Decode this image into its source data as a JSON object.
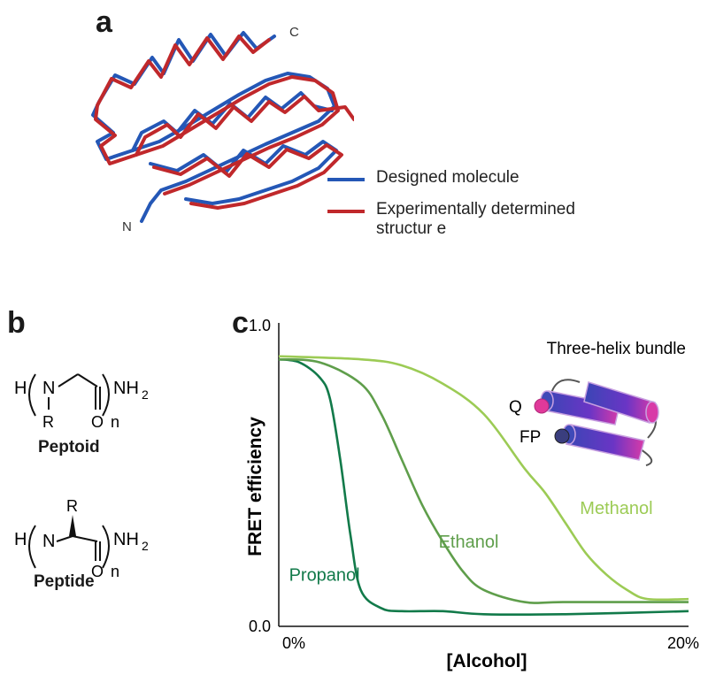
{
  "panel_a": {
    "letter": "a",
    "c_terminus": "C",
    "n_terminus": "N",
    "legend": [
      {
        "label": "Designed molecule",
        "color": "#2457b6"
      },
      {
        "label": "Experimentally determined",
        "label2": "structur e",
        "color": "#c0282b"
      }
    ]
  },
  "panel_b": {
    "letter": "b",
    "peptoid": {
      "name": "Peptoid",
      "h": "H",
      "n": "N",
      "r": "R",
      "o": "O",
      "nh2": "NH",
      "sub2": "2",
      "subn": "n"
    },
    "peptide": {
      "name": "Peptide",
      "h": "H",
      "n": "N",
      "r": "R",
      "o": "O",
      "nh2": "NH",
      "sub2": "2",
      "subn": "n"
    }
  },
  "panel_c": {
    "letter": "c",
    "inset_title": "Three-helix bundle",
    "inset_q": "Q",
    "inset_fp": "FP",
    "colors": {
      "propanol": "#127a4a",
      "ethanol": "#5f9e4b",
      "methanol": "#9ccb55",
      "quencher": "#e0399a",
      "fp": "#3a3e7e"
    }
  },
  "chart_data": {
    "type": "line",
    "xlabel": "[Alcohol]",
    "ylabel": "FRET efficiency",
    "xlim": [
      0,
      20
    ],
    "ylim": [
      0.0,
      1.0
    ],
    "x_tick_labels": [
      "0%",
      "20%"
    ],
    "y_tick_labels": [
      "0.0",
      "1.0"
    ],
    "series": [
      {
        "name": "Propanol",
        "color": "#127a4a",
        "x": [
          0,
          1,
          2,
          2.5,
          3,
          3.5,
          4,
          5,
          6,
          8,
          10,
          14,
          20
        ],
        "y": [
          0.88,
          0.87,
          0.82,
          0.75,
          0.55,
          0.3,
          0.12,
          0.06,
          0.05,
          0.05,
          0.04,
          0.04,
          0.05
        ]
      },
      {
        "name": "Ethanol",
        "color": "#5f9e4b",
        "x": [
          0,
          2,
          4,
          5,
          6,
          7,
          8,
          9,
          10,
          12,
          14,
          20
        ],
        "y": [
          0.88,
          0.87,
          0.8,
          0.7,
          0.55,
          0.4,
          0.28,
          0.18,
          0.12,
          0.08,
          0.08,
          0.08
        ]
      },
      {
        "name": "Methanol",
        "color": "#9ccb55",
        "x": [
          0,
          4,
          6,
          8,
          10,
          12,
          13,
          14,
          15,
          16,
          17,
          18,
          20
        ],
        "y": [
          0.89,
          0.88,
          0.86,
          0.8,
          0.7,
          0.52,
          0.44,
          0.34,
          0.24,
          0.17,
          0.12,
          0.09,
          0.09
        ]
      }
    ],
    "series_label_positions": [
      {
        "name": "Propanol",
        "x": 0.5,
        "y": 0.15
      },
      {
        "name": "Ethanol",
        "x": 7.8,
        "y": 0.26
      },
      {
        "name": "Methanol",
        "x": 14.7,
        "y": 0.37
      }
    ]
  }
}
